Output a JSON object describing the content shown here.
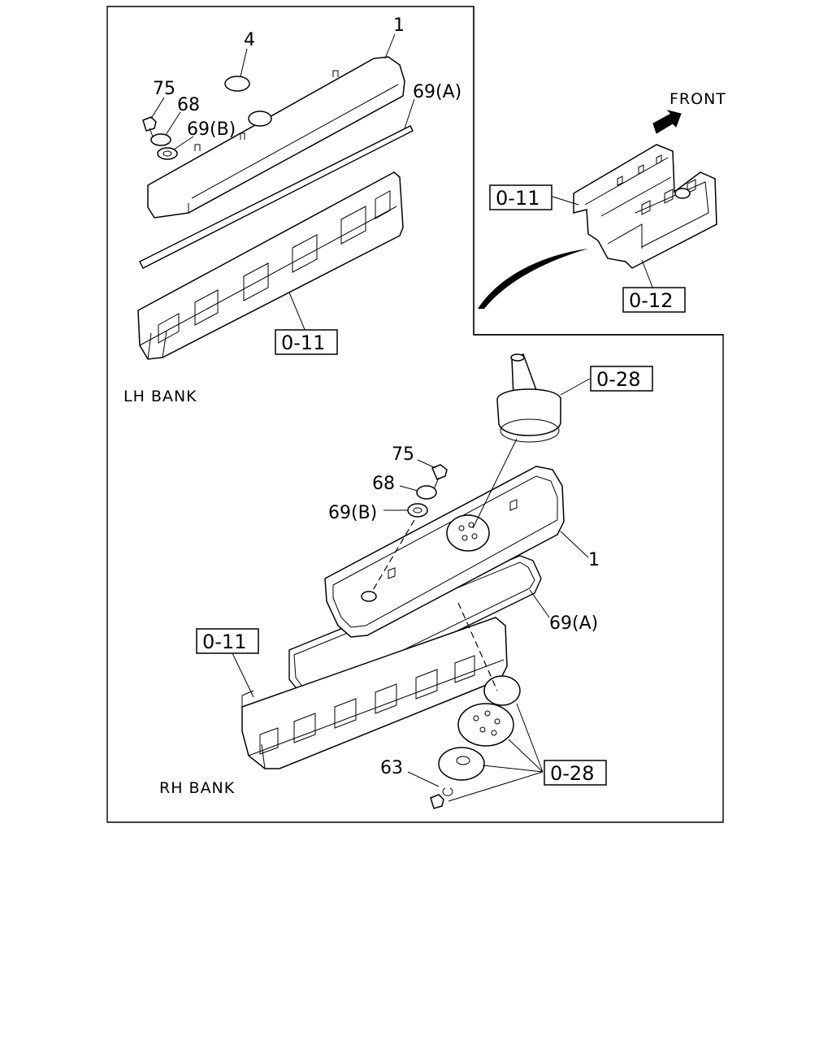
{
  "labels": {
    "lh_part_4": "4",
    "lh_part_1": "1",
    "lh_part_75": "75",
    "lh_part_68": "68",
    "lh_part_69b": "69(B)",
    "lh_part_69a": "69(A)",
    "lh_ref_011": "0-11",
    "lh_bank": "LH BANK",
    "front": "FRONT",
    "inset_ref_011": "0-11",
    "inset_ref_012": "0-12",
    "rh_ref_028_top": "0-28",
    "rh_part_75": "75",
    "rh_part_68": "68",
    "rh_part_69b": "69(B)",
    "rh_part_1": "1",
    "rh_part_69a": "69(A)",
    "rh_ref_011": "0-11",
    "rh_part_63": "63",
    "rh_ref_028_bottom": "0-28",
    "rh_bank": "RH BANK"
  }
}
